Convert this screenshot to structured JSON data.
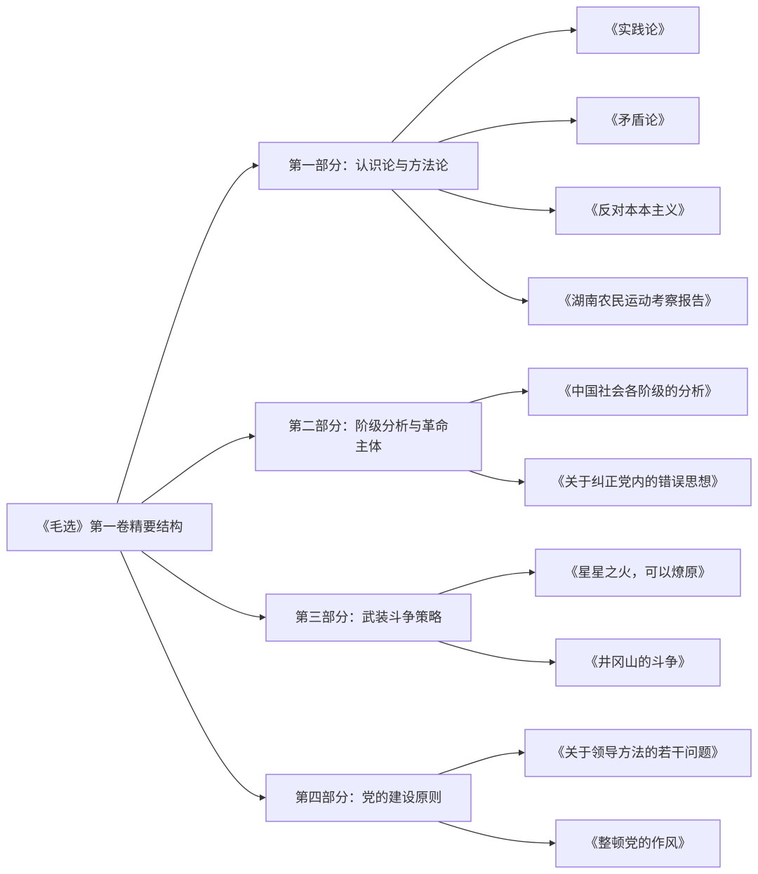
{
  "diagram": {
    "root": {
      "id": "root",
      "label": "《毛选》第一卷精要结构"
    },
    "sections": [
      {
        "id": "s1",
        "lines": [
          "第一部分：认识论与方法论"
        ],
        "children": [
          {
            "id": "s1c1",
            "label": "《实践论》"
          },
          {
            "id": "s1c2",
            "label": "《矛盾论》"
          },
          {
            "id": "s1c3",
            "label": "《反对本本主义》"
          },
          {
            "id": "s1c4",
            "label": "《湖南农民运动考察报告》"
          }
        ]
      },
      {
        "id": "s2",
        "lines": [
          "第二部分：阶级分析与革命",
          "主体"
        ],
        "children": [
          {
            "id": "s2c1",
            "label": "《中国社会各阶级的分析》"
          },
          {
            "id": "s2c2",
            "label": "《关于纠正党内的错误思想》"
          }
        ]
      },
      {
        "id": "s3",
        "lines": [
          "第三部分：武装斗争策略"
        ],
        "children": [
          {
            "id": "s3c1",
            "label": "《星星之火，可以燎原》"
          },
          {
            "id": "s3c2",
            "label": "《井冈山的斗争》"
          }
        ]
      },
      {
        "id": "s4",
        "lines": [
          "第四部分：党的建设原则"
        ],
        "children": [
          {
            "id": "s4c1",
            "label": "《关于领导方法的若干问题》"
          },
          {
            "id": "s4c2",
            "label": "《整顿党的作风》"
          }
        ]
      }
    ]
  },
  "colors": {
    "node_fill": "#ECECFF",
    "node_stroke": "#9370DB",
    "edge": "#333333",
    "text": "#333333"
  }
}
